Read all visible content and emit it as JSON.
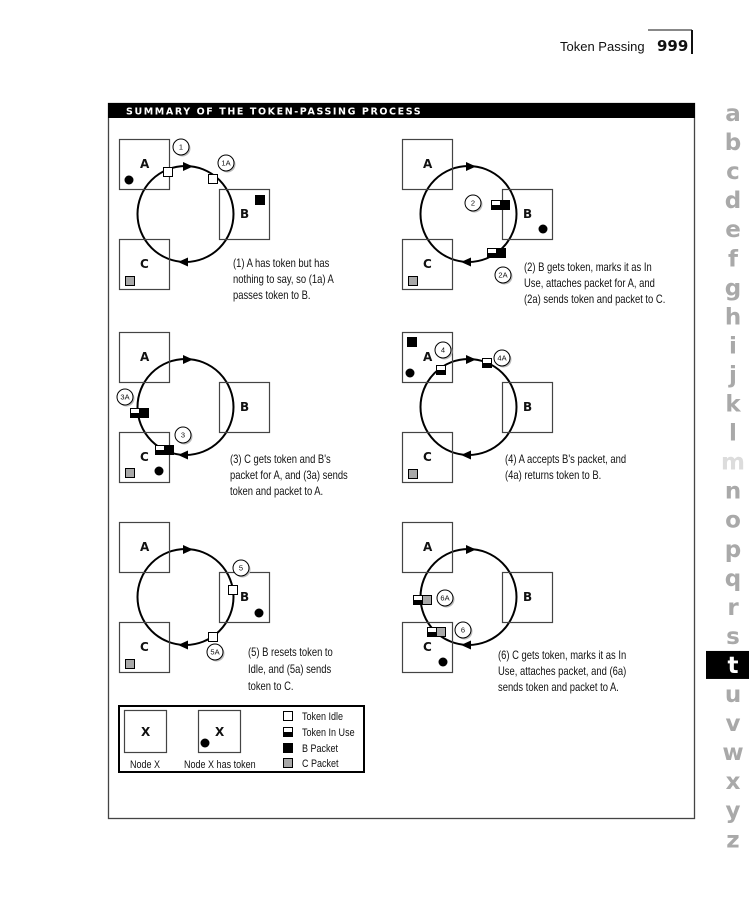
{
  "header": {
    "section": "Token Passing",
    "page": "999"
  },
  "figure": {
    "title": "SUMMARY OF THE TOKEN-PASSING PROCESS",
    "panels": [
      {
        "nodes": [
          "A",
          "B",
          "C"
        ],
        "callouts": [
          "1",
          "1A"
        ],
        "caption": [
          "(1) A has token but has",
          "nothing to say, so (1a) A",
          "passes token to B."
        ]
      },
      {
        "nodes": [
          "A",
          "B",
          "C"
        ],
        "callouts": [
          "2",
          "2A"
        ],
        "caption": [
          "(2) B gets token, marks it as In",
          "Use, attaches packet for A, and",
          "(2a) sends token and packet to C."
        ]
      },
      {
        "nodes": [
          "A",
          "B",
          "C"
        ],
        "callouts": [
          "3A",
          "3"
        ],
        "caption": [
          "(3) C gets token and B's",
          "packet for A, and (3a) sends",
          "token and packet to A."
        ]
      },
      {
        "nodes": [
          "A",
          "B",
          "C"
        ],
        "callouts": [
          "4",
          "4A"
        ],
        "caption": [
          "(4) A accepts B's packet, and",
          "(4a) returns token to B."
        ]
      },
      {
        "nodes": [
          "A",
          "B",
          "C"
        ],
        "callouts": [
          "5",
          "5A"
        ],
        "caption": [
          "(5) B resets token to",
          "Idle, and (5a) sends",
          "token to C."
        ]
      },
      {
        "nodes": [
          "A",
          "B",
          "C"
        ],
        "callouts": [
          "6A",
          "6"
        ],
        "caption": [
          "(6) C gets token, marks it as In",
          "Use, attaches packet, and (6a)",
          "sends token and packet to A."
        ]
      }
    ]
  },
  "legend": {
    "node_letter": "X",
    "node_label": "Node X",
    "node_token_label": "Node X has token",
    "items": [
      "Token Idle",
      "Token In Use",
      "B Packet",
      "C Packet"
    ]
  },
  "thumb_index": {
    "letters": [
      "a",
      "b",
      "c",
      "d",
      "e",
      "f",
      "g",
      "h",
      "i",
      "j",
      "k",
      "l",
      "m",
      "n",
      "o",
      "p",
      "q",
      "r",
      "s",
      "t",
      "u",
      "v",
      "w",
      "x",
      "y",
      "z"
    ],
    "active": "t"
  },
  "colors": {
    "b_packet": "#000000",
    "c_packet": "#a8a8a8",
    "index_letter": "#a9a9a9",
    "index_dim": "#dcdcdc"
  }
}
